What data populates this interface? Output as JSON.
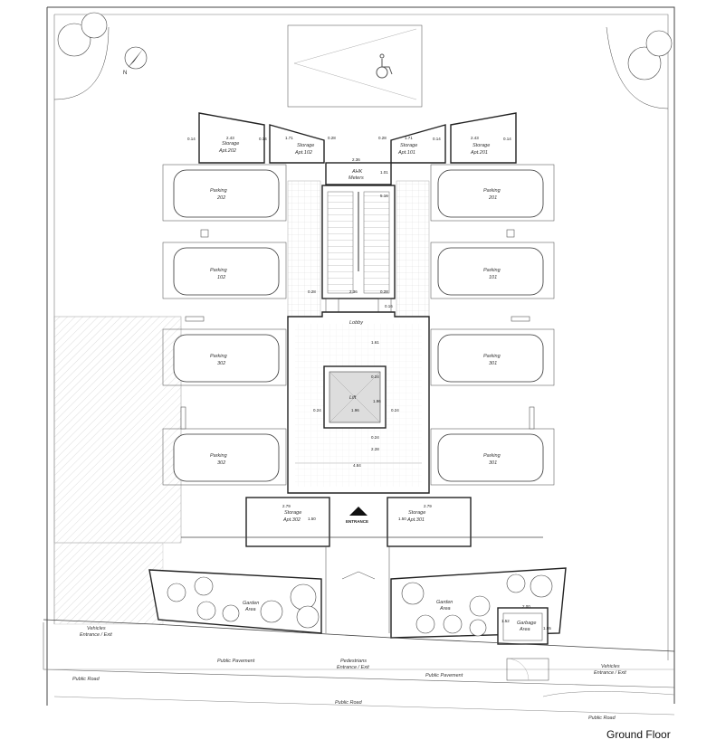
{
  "drawing": {
    "title": "Ground Floor",
    "north_label": "N",
    "entrance": "ENTRANCE",
    "lobby": "Lobby",
    "lift": "Lift",
    "ahk_meters": [
      "AHK",
      "Meters"
    ],
    "parking": [
      {
        "line1": "Parking",
        "line2": "202"
      },
      {
        "line1": "Parking",
        "line2": "201"
      },
      {
        "line1": "Parking",
        "line2": "102"
      },
      {
        "line1": "Parking",
        "line2": "101"
      },
      {
        "line1": "Parking",
        "line2": "302"
      },
      {
        "line1": "Parking",
        "line2": "301"
      },
      {
        "line1": "Parking",
        "line2": "302"
      },
      {
        "line1": "Parking",
        "line2": "301"
      }
    ],
    "storage_top": [
      {
        "line1": "Storage",
        "line2": "Apt.202"
      },
      {
        "line1": "Storage",
        "line2": "Apt.102"
      },
      {
        "line1": "Storage",
        "line2": "Apt.101"
      },
      {
        "line1": "Storage",
        "line2": "Apt.201"
      }
    ],
    "storage_bottom": [
      {
        "line1": "Storage",
        "line2": "Apt.302"
      },
      {
        "line1": "Storage",
        "line2": "Apt.301"
      }
    ],
    "garden": [
      {
        "line1": "Garden",
        "line2": "Area"
      },
      {
        "line1": "Garden",
        "line2": "Area"
      }
    ],
    "garbage": {
      "line1": "Garbage",
      "line2": "Area"
    },
    "vehicles_left": {
      "line1": "Vehicles",
      "line2": "Entrance / Exit"
    },
    "vehicles_right": {
      "line1": "Vehicles",
      "line2": "Entrance / Exit"
    },
    "pedestrians": {
      "line1": "Pedestrians",
      "line2": "Entrance / Exit"
    },
    "public_pavement": [
      "Public Pavement",
      "Public Pavement"
    ],
    "public_road": [
      "Public Road",
      "Public Road",
      "Public Road"
    ],
    "dimensions": {
      "d_2_43_left": "2.43",
      "d_2_43_right": "2.43",
      "d_1_71_left": "1.71",
      "d_1_71_right": "1.71",
      "d_0_14_a": "0.14",
      "d_0_14_b": "0.14",
      "d_0_14_c": "0.14",
      "d_0_14_d": "0.14",
      "d_0_28_a": "0.28",
      "d_0_28_b": "0.28",
      "d_0_28_c": "0.28",
      "d_0_28_d": "0.28",
      "d_2_36_top": "2.36",
      "d_2_36_mid": "2.36",
      "d_1_01": "1.01",
      "d_5_16": "5.16",
      "d_1_61": "1.61",
      "d_1_96_w": "1.96",
      "d_1_96_h": "1.96",
      "d_0_24_a": "0.24",
      "d_0_24_b": "0.24",
      "d_0_24_c": "0.24",
      "d_0_24_d": "0.24",
      "d_2_28": "2.28",
      "d_4_84": "4.84",
      "d_2_79_left": "2.79",
      "d_2_79_right": "2.79",
      "d_1_50_left": "1.50",
      "d_1_50_right": "1.50",
      "d_2_00": "2.00",
      "d_1_52": "1.52",
      "d_1_55": "1.55",
      "d_0_16": "0.16"
    }
  }
}
